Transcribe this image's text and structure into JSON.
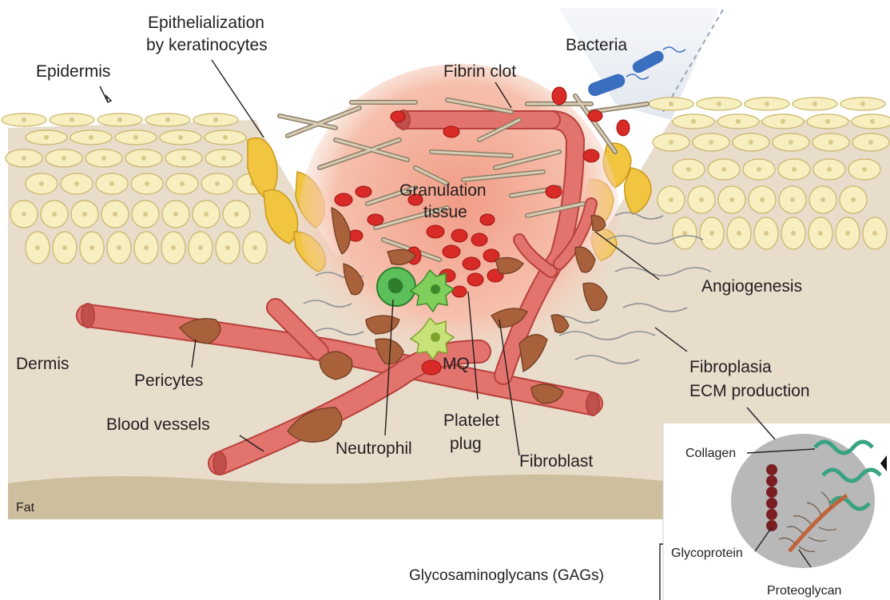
{
  "labels": {
    "epithelialization_line1": "Epithelialization",
    "epithelialization_line2": "by keratinocytes",
    "epidermis": "Epidermis",
    "fibrin_clot": "Fibrin clot",
    "bacteria": "Bacteria",
    "granulation_line1": "Granulation",
    "granulation_line2": "tissue",
    "angiogenesis": "Angiogenesis",
    "dermis": "Dermis",
    "pericytes": "Pericytes",
    "mq": "MQ",
    "fibroplasia": "Fibroplasia",
    "ecm_production": "ECM production",
    "blood_vessels": "Blood vessels",
    "platelet_line1": "Platelet",
    "platelet_line2": "plug",
    "neutrophil": "Neutrophil",
    "fibroblast": "Fibroblast",
    "fat": "Fat",
    "collagen": "Collagen",
    "glycoprotein": "Glycoprotein",
    "proteoglycan": "Proteoglycan",
    "gags": "Glycosaminoglycans (GAGs)"
  },
  "colors": {
    "dermis": "#e8dccb",
    "fat": "#cdbf9e",
    "keratinocyte": "#f7efbf",
    "keratinocyte_edge": "#c9b46a",
    "migrating_keratinocyte": "#f2c541",
    "vessel": "#e2736d",
    "vessel_edge": "#b8413d",
    "rbc": "#d82a26",
    "granulation": "#f4b6a2",
    "fibroblast": "#a8613b",
    "fibrin": "#b9aa90",
    "neutrophil": "#5cbf5a",
    "platelet": "#b8dc5a",
    "bacteria": "#3a6fbf",
    "inset_bg": "#b8b8b8",
    "collagen": "#3aa383",
    "glycoprotein": "#7a1e22",
    "proteoglycan": "#c0643a"
  }
}
